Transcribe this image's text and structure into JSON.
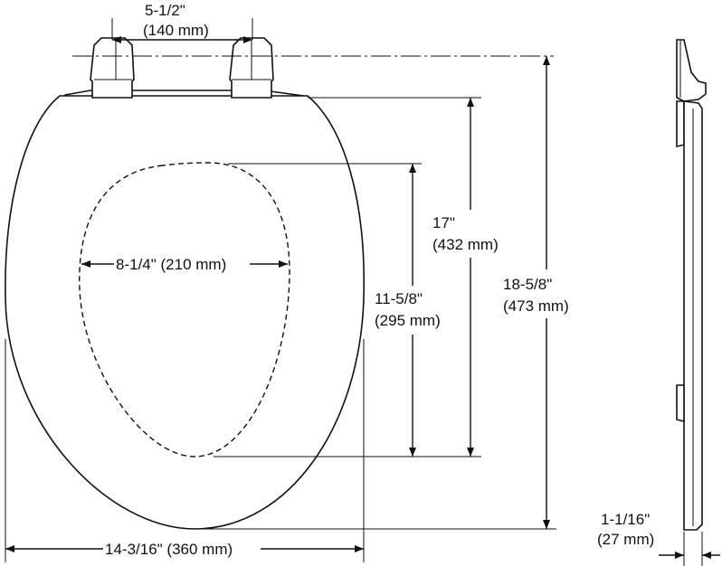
{
  "diagram": {
    "hinge_spacing": {
      "line1": "5-1/2\"",
      "line2": "(140 mm)"
    },
    "opening_width": {
      "label": "8-1/4\" (210 mm)"
    },
    "opening_length": {
      "line1": "11-5/8\"",
      "line2": "(295 mm)"
    },
    "seat_length": {
      "line1": "17\"",
      "line2": "(432 mm)"
    },
    "overall_length": {
      "line1": "18-5/8\"",
      "line2": "(473 mm)"
    },
    "seat_width": {
      "label": "14-3/16\" (360 mm)"
    },
    "seat_thickness": {
      "line1": "1-1/16\"",
      "line2": "(27 mm)"
    }
  }
}
